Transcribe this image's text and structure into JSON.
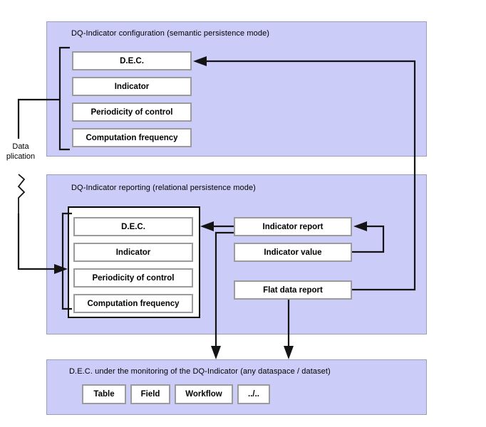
{
  "diagram": {
    "title_text_present": false,
    "background_color": "#ffffff",
    "panel_fill": "#ccccf8",
    "panel_border": "#9d9dbe",
    "node_fill": "#ffffff",
    "node_border": "#9b9b9b",
    "connector_color": "#141414"
  },
  "panels": [
    {
      "id": "configuration",
      "title": "DQ-Indicator configuration (semantic persistence mode)",
      "nodes": [
        {
          "label": "D.E.C."
        },
        {
          "label": "Indicator"
        },
        {
          "label": "Periodicity of control"
        },
        {
          "label": "Computation frequency"
        }
      ]
    },
    {
      "id": "reporting",
      "title": "DQ-Indicator reporting (relational persistence mode)",
      "group_nodes": [
        {
          "label": "D.E.C."
        },
        {
          "label": "Indicator"
        },
        {
          "label": "Periodicity of control"
        },
        {
          "label": "Computation frequency"
        }
      ],
      "report_nodes": [
        {
          "label": "Indicator report"
        },
        {
          "label": "Indicator value"
        },
        {
          "label": "Flat data report"
        }
      ]
    },
    {
      "id": "monitored-dec",
      "title": "D.E.C. under the monitoring of the DQ-Indicator (any dataspace / dataset)",
      "nodes": [
        {
          "label": "Table"
        },
        {
          "label": "Field"
        },
        {
          "label": "Workflow"
        },
        {
          "label": "../.."
        }
      ]
    }
  ],
  "annotations": [
    {
      "id": "data-duplication",
      "line1": "Data",
      "line2": "plication"
    }
  ]
}
